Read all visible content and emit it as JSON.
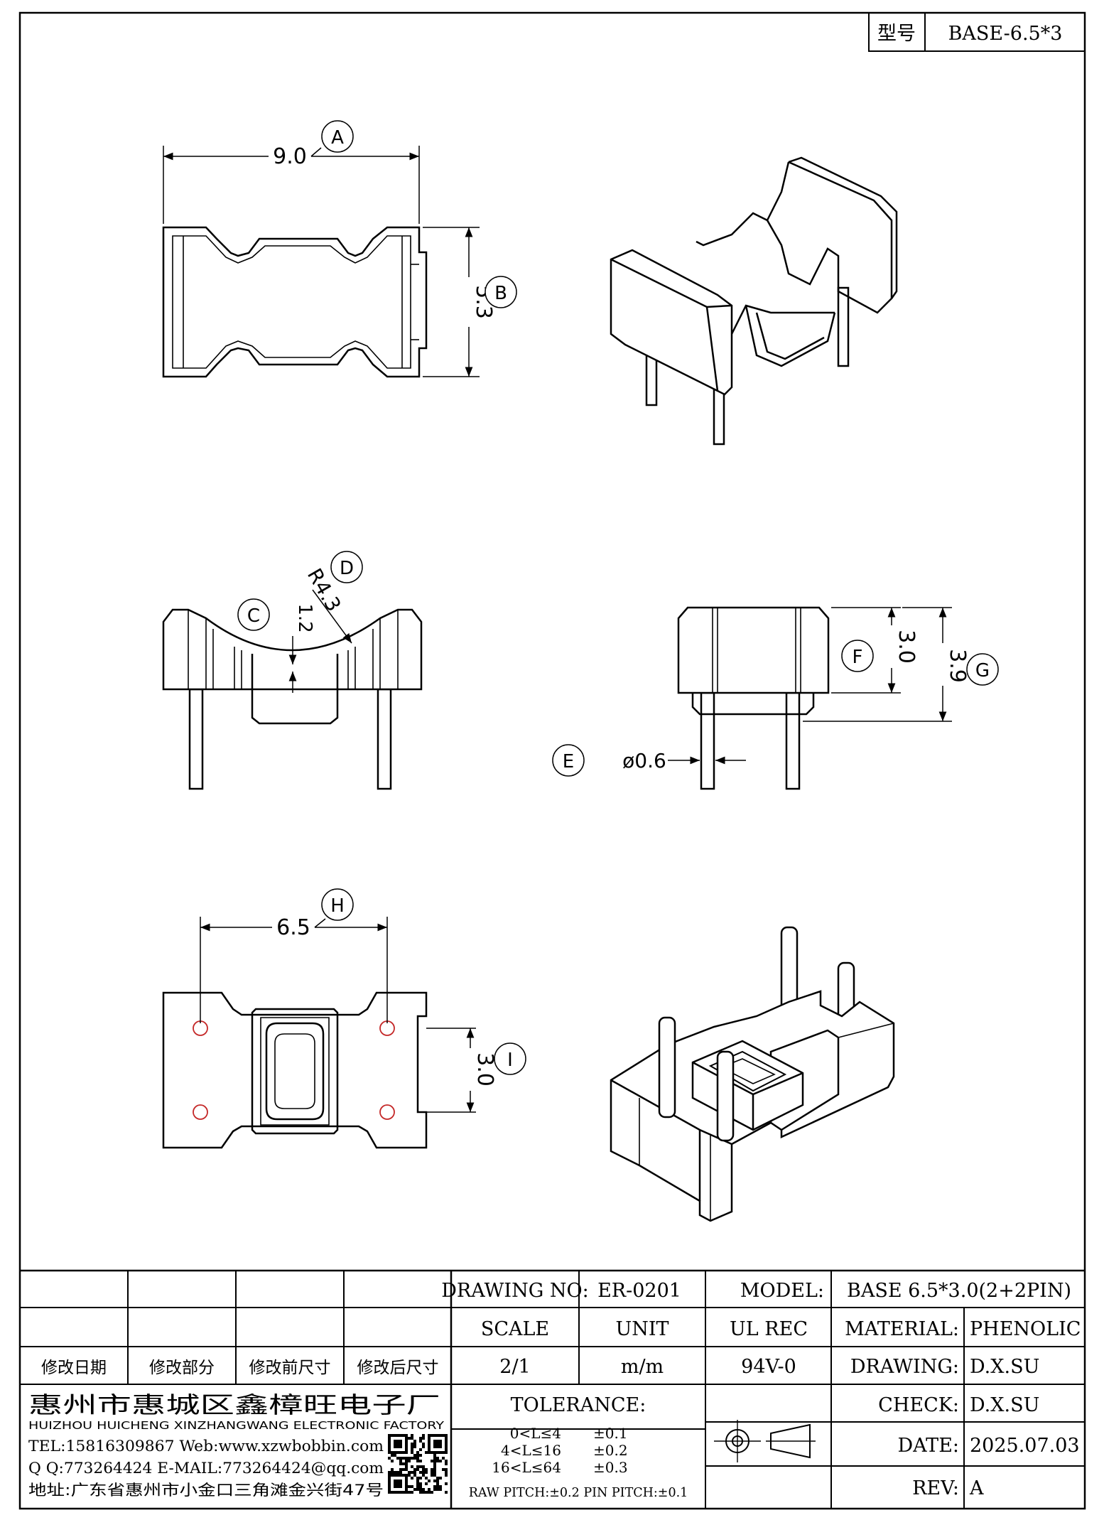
{
  "model_box": {
    "label": "型号",
    "value": "BASE-6.5*3"
  },
  "dimensions": {
    "A": {
      "letter": "A",
      "value": "9.0"
    },
    "B": {
      "letter": "B",
      "value": "5.3"
    },
    "C": {
      "letter": "C",
      "value": "1.2"
    },
    "D": {
      "letter": "D",
      "value": "R4.3"
    },
    "E": {
      "letter": "E",
      "value": "ø0.6"
    },
    "F": {
      "letter": "F",
      "value": "3.0"
    },
    "G": {
      "letter": "G",
      "value": "3.9"
    },
    "H": {
      "letter": "H",
      "value": "6.5"
    },
    "I": {
      "letter": "I",
      "value": "3.0"
    }
  },
  "title_block": {
    "drawing_no_label": "DRAWING NO:",
    "drawing_no": "ER-0201",
    "model_label": "MODEL:",
    "model": "BASE 6.5*3.0(2+2PIN)",
    "scale_label": "SCALE",
    "unit_label": "UNIT",
    "ul_label": "UL REC",
    "material_label": "MATERIAL:",
    "material": "PHENOLIC",
    "scale": "2/1",
    "unit": "m/m",
    "ul": "94V-0",
    "drawing_label": "DRAWING:",
    "drawing": "D.X.SU",
    "check_label": "CHECK:",
    "check": "D.X.SU",
    "date_label": "DATE:",
    "date": "2025.07.03",
    "rev_label": "REV:",
    "rev": "A",
    "tolerance_label": "TOLERANCE:",
    "tolerances": [
      {
        "range": "0<L≤4",
        "value": "±0.1"
      },
      {
        "range": "4<L≤16",
        "value": "±0.2"
      },
      {
        "range": "16<L≤64",
        "value": "±0.3"
      }
    ],
    "pitch": "RAW PITCH:±0.2 PIN PITCH:±0.1",
    "revision_headers": [
      "修改日期",
      "修改部分",
      "修改前尺寸",
      "修改后尺寸"
    ]
  },
  "company": {
    "name_cn": "惠州市惠城区鑫樟旺电子厂",
    "name_en": "HUIZHOU HUICHENG XINZHANGWANG ELECTRONIC FACTORY",
    "tel_line": "TEL:15816309867 Web:www.xzwbobbin.com",
    "qq_line": "Q Q:773264424 E-MAIL:773264424@qq.com",
    "address_line": "地址:广东省惠州市小金口三角滩金兴街47号"
  }
}
